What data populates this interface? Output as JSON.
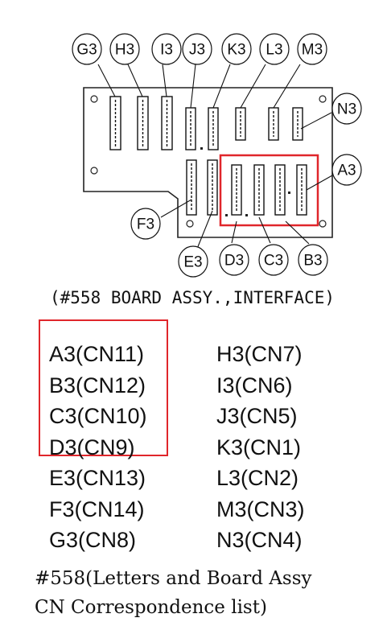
{
  "diagram": {
    "labels": {
      "G3": "G3",
      "H3": "H3",
      "I3": "I3",
      "J3": "J3",
      "K3": "K3",
      "L3": "L3",
      "M3": "M3",
      "N3": "N3",
      "A3": "A3",
      "F3": "F3",
      "E3": "E3",
      "D3": "D3",
      "C3": "C3",
      "B3": "B3"
    },
    "caption": "(#558 BOARD ASSY.,INTERFACE)",
    "highlight_color": "#e0262b"
  },
  "list": {
    "left": [
      "A3(CN11)",
      "B3(CN12)",
      "C3(CN10)",
      "D3(CN9)",
      "E3(CN13)",
      "F3(CN14)",
      "G3(CN8)"
    ],
    "right": [
      "H3(CN7)",
      "I3(CN6)",
      "J3(CN5)",
      "K3(CN1)",
      "L3(CN2)",
      "M3(CN3)",
      "N3(CN4)"
    ]
  },
  "footnote": {
    "line1": "#558(Letters and Board Assy",
    "line2": "CN Correspondence list)"
  }
}
